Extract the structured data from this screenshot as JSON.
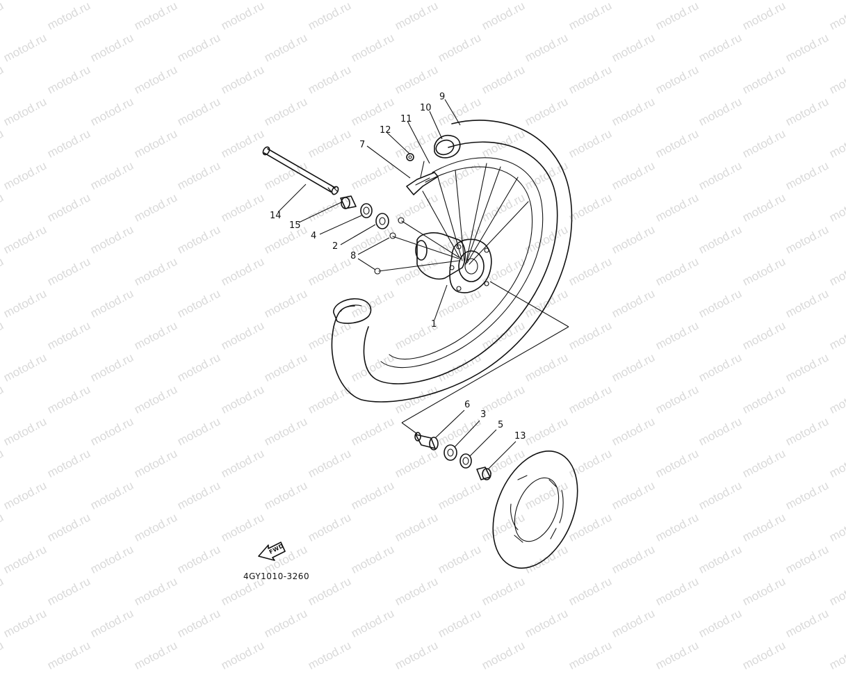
{
  "watermark": {
    "text": "motod.ru"
  },
  "callouts": {
    "hub": "1",
    "bearing_2": "2",
    "bearing_3": "3",
    "oil_seal_4": "4",
    "oil_seal_5": "5",
    "spacer_flange": "6",
    "rim_lock": "7",
    "spoke_set": "8",
    "tire": "9",
    "tube": "10",
    "rim_lock_washer": "11",
    "rim_lock_nut": "12",
    "collar": "13",
    "axle": "14",
    "spacer": "15"
  },
  "direction_badge": {
    "text": "FWD"
  },
  "diagram_code": "4GY1010-3260"
}
